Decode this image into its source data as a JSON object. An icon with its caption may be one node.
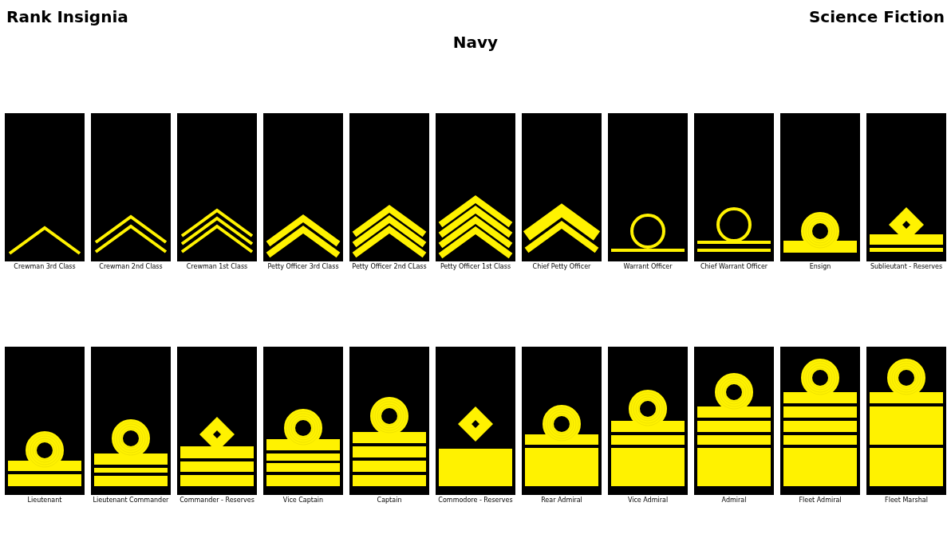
{
  "diagram": {
    "title": "Rank Insignia",
    "labels": [
      "Science Fiction",
      "Navy",
      "Crewman 3rd Class",
      "Crewman 2nd Class",
      "Crewman 1st Class",
      "Petty Officer 3rd Class",
      "Petty Officer 2nd CLass",
      "Petty Officer 1st Class",
      "Chief Petty Officer",
      "Warrant Officer",
      "Chief Warrant Officer",
      "Ensign",
      "Sublieutant - Reserves",
      "Lieutenant",
      "Lieutenant Commander",
      "Commander - Reserves",
      "Vice Captain",
      "Captain",
      "Commodore - Reserves",
      "Rear Admiral",
      "Vice Admiral",
      "Admiral",
      "Fleet Admiral",
      "Fleet Marshal"
    ]
  }
}
